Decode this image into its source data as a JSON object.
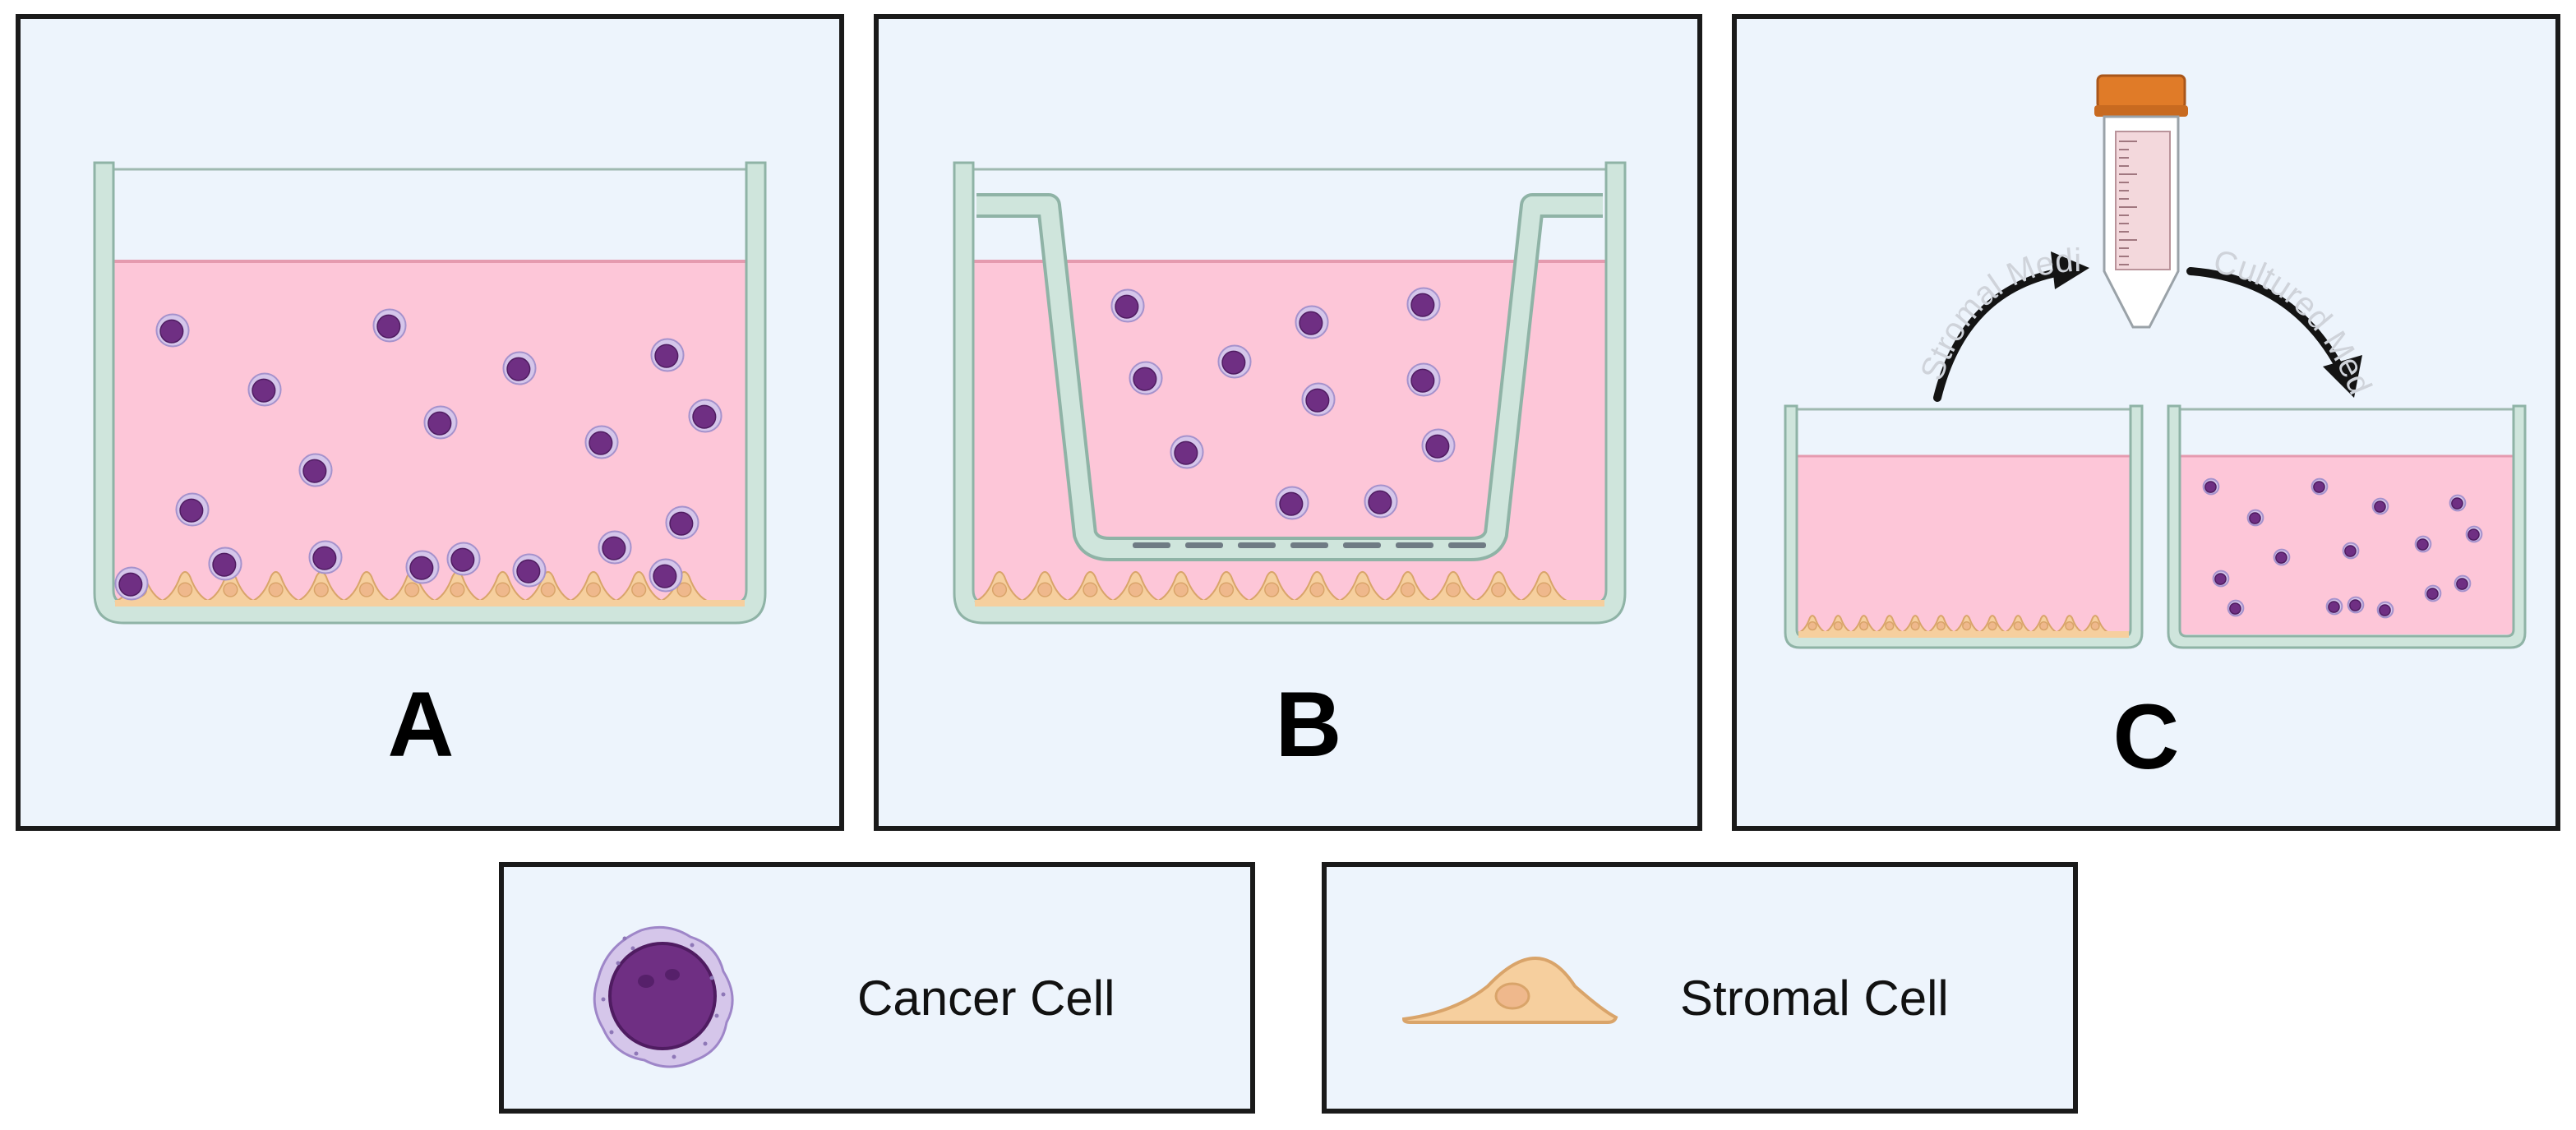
{
  "colors": {
    "panel_bg": "#edf4fc",
    "panel_border": "#1a1a1a",
    "media": "#fdc6d8",
    "media_line": "#e59aaf",
    "wall": "#cfe5dc",
    "wall_stroke": "#8fb3a6",
    "cancer_halo": "#d5c6ea",
    "cancer_core": "#6f2f83",
    "stromal": "#f6cf9e",
    "stromal_stroke": "#d9a46a",
    "tube_cap": "#e07b28",
    "tube_body": "#f3d8dc",
    "arrow": "#141414"
  },
  "panels": {
    "a": {
      "label": "A"
    },
    "b": {
      "label": "B"
    },
    "c": {
      "label": "C",
      "arrow_left_label": "Stromal Media",
      "arrow_right_label": "Cultured Media"
    }
  },
  "legend": {
    "cancer": {
      "label": "Cancer Cell",
      "icon": "cancer-cell-icon"
    },
    "stromal": {
      "label": "Stromal Cell",
      "icon": "stromal-cell-icon"
    }
  }
}
